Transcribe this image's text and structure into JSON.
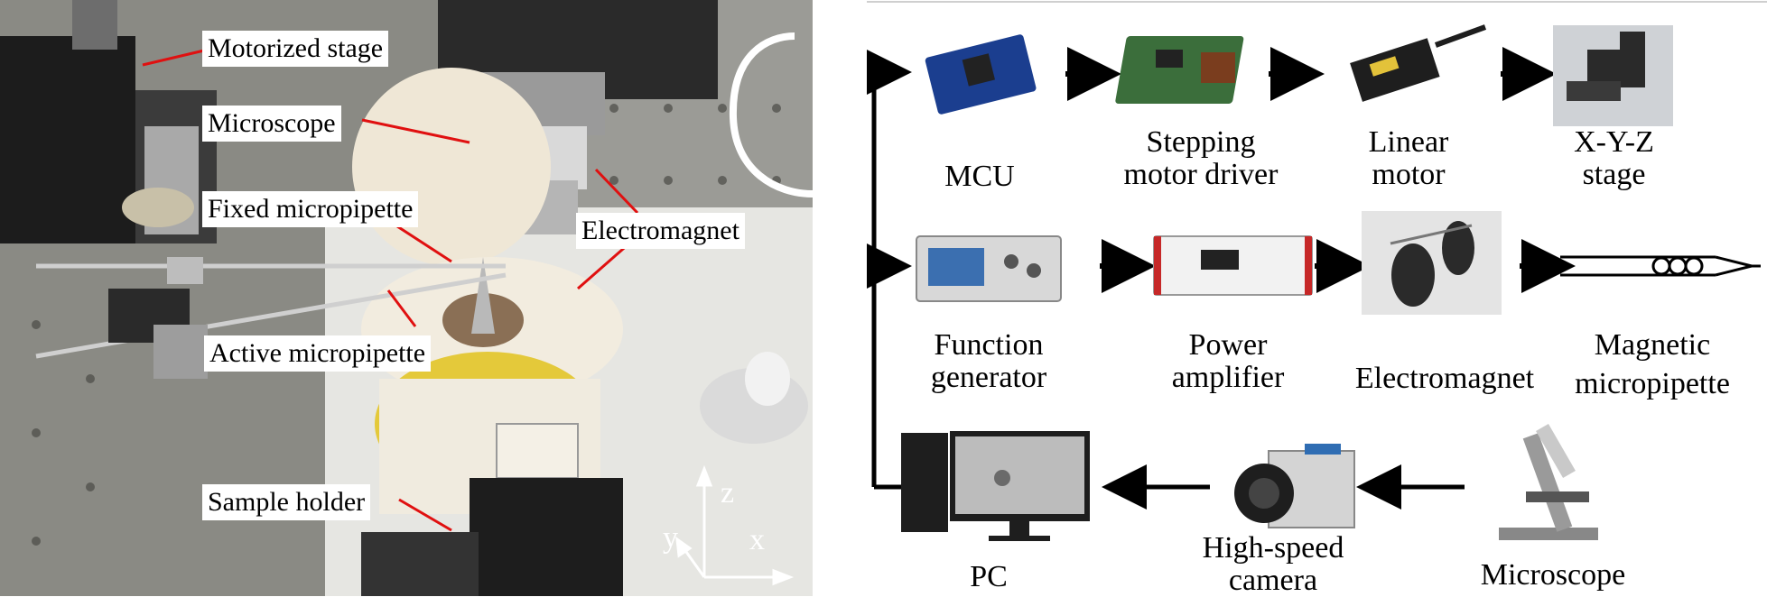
{
  "left_panel": {
    "callouts": {
      "motorized_stage": "Motorized stage",
      "microscope": "Microscope",
      "fixed_micropipette": "Fixed micropipette",
      "electromagnet": "Electromagnet",
      "active_micropipette": "Active micropipette",
      "sample_holder": "Sample holder"
    },
    "axes": {
      "z": "z",
      "y": "y",
      "x": "x"
    }
  },
  "right_panel": {
    "row1": {
      "mcu": "MCU",
      "driver_l1": "Stepping",
      "driver_l2": "motor driver",
      "linear_l1": "Linear",
      "linear_l2": "motor",
      "stage_l1": "X-Y-Z",
      "stage_l2": "stage"
    },
    "row2": {
      "func_l1": "Function",
      "func_l2": "generator",
      "amp_l1": "Power",
      "amp_l2": "amplifier",
      "electromagnet": "Electromagnet",
      "pipette_l1": "Magnetic",
      "pipette_l2": "micropipette"
    },
    "row3": {
      "pc": "PC",
      "camera_l1": "High-speed",
      "camera_l2": "camera",
      "microscope": "Microscope"
    }
  },
  "colors": {
    "callout_line": "#e01010",
    "arrow": "#000000"
  }
}
